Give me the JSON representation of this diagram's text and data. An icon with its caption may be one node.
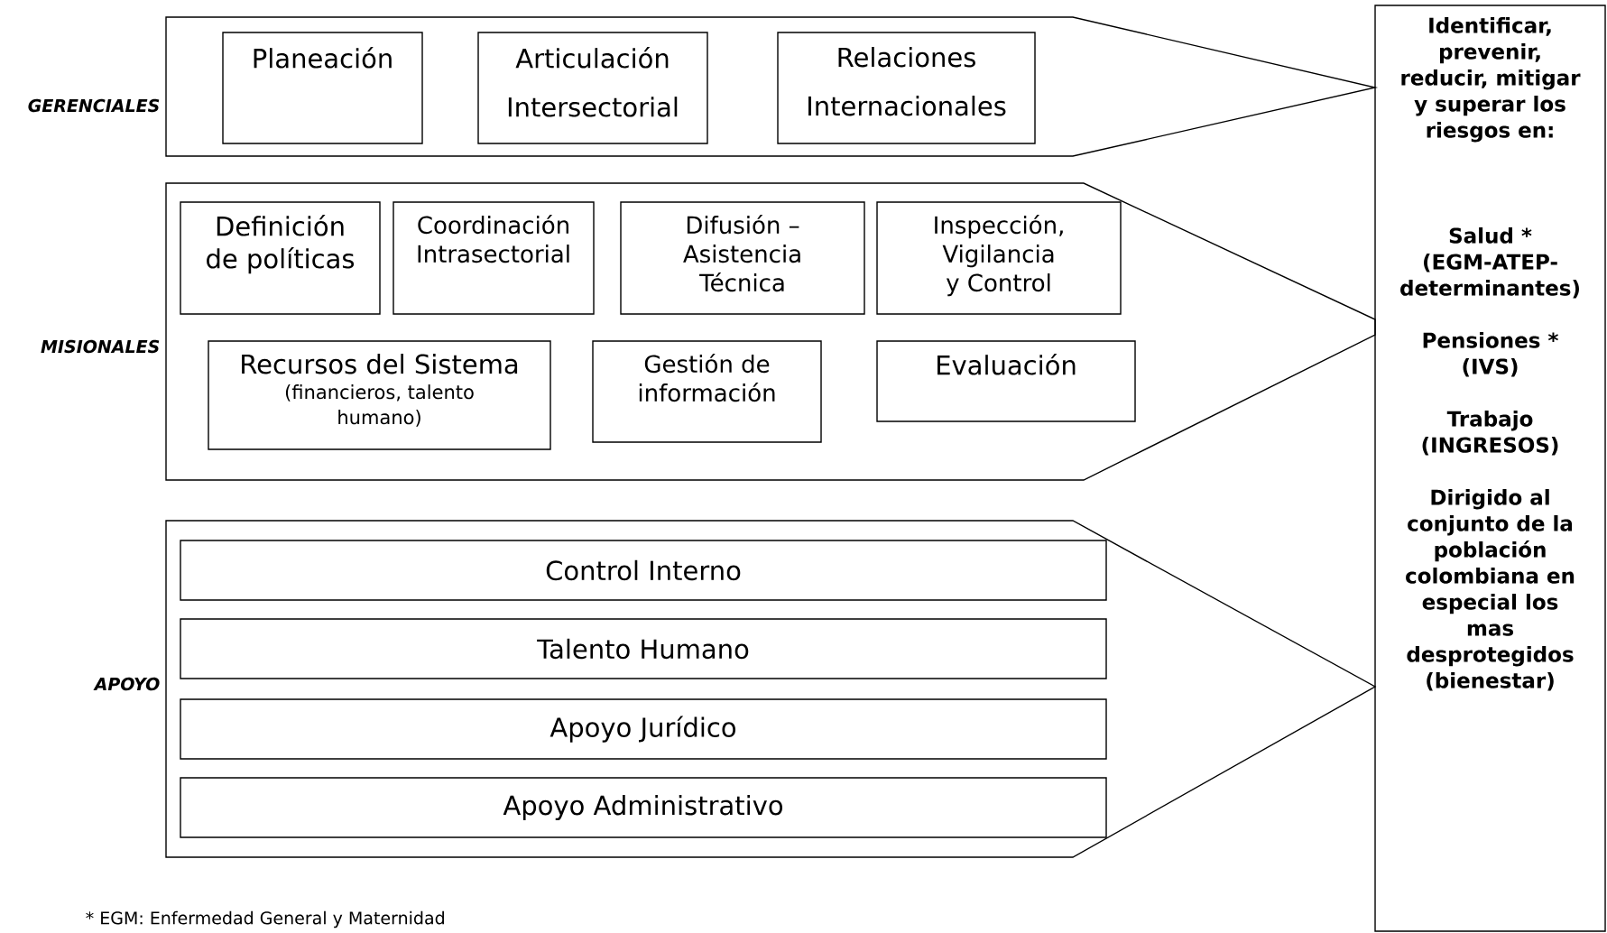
{
  "diagram": {
    "nodes": [
      {
        "text": [],
        "shape": "arrow",
        "beside": [
          "GERENCIALES"
        ]
      },
      {
        "text": [
          "Planeación"
        ],
        "in": 0
      },
      {
        "text": [
          "Articulación Intersectorial"
        ],
        "in": 0
      },
      {
        "text": [
          "Relaciones Internacionales"
        ],
        "in": 0
      },
      {
        "text": [],
        "shape": "arrow",
        "beside": [
          "MISIONALES"
        ]
      },
      {
        "text": [
          "Definición de políticas"
        ],
        "in": 4
      },
      {
        "text": [
          "Coordinación Intrasectorial"
        ],
        "in": 4
      },
      {
        "text": [
          "Difusión – Asistencia Técnica"
        ],
        "in": 4
      },
      {
        "text": [
          "Inspección, Vigilancia y Control"
        ],
        "in": 4
      },
      {
        "text": [
          "Recursos del Sistema",
          "(financieros, talento humano)"
        ],
        "in": 4
      },
      {
        "text": [
          "Gestión de información"
        ],
        "in": 4
      },
      {
        "text": [
          "Evaluación"
        ],
        "in": 4
      },
      {
        "text": [],
        "shape": "arrow",
        "beside": [
          "APOYO"
        ]
      },
      {
        "text": [
          "Control Interno"
        ],
        "in": 12
      },
      {
        "text": [
          "Talento Humano"
        ],
        "in": 12
      },
      {
        "text": [
          "Apoyo Jurídico"
        ],
        "in": 12
      },
      {
        "text": [
          "Apoyo Administrativo"
        ],
        "in": 12
      },
      {
        "text": [
          "Identificar, prevenir, reducir, mitigar y superar los riesgos en:",
          "Salud * (EGM-ATEP-determinantes)",
          "Pensiones * (IVS)",
          "Trabajo (INGRESOS)",
          "Dirigido al conjunto de la población colombiana en especial los mas desprotegidos (bienestar)"
        ]
      }
    ],
    "labels": [
      "* EGM: Enfermedad General y Maternidad"
    ]
  }
}
